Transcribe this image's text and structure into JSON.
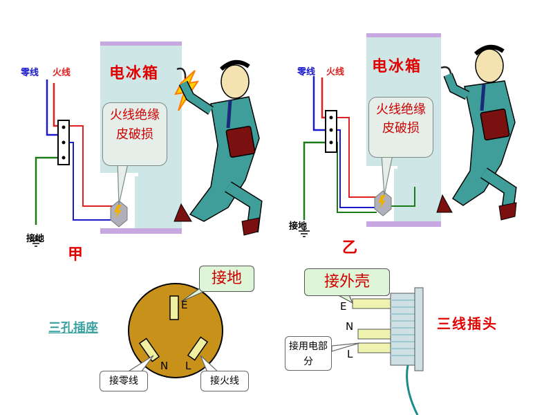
{
  "panel_a": {
    "neutral_label": "零线",
    "live_label": "火线",
    "fridge_label": "电冰箱",
    "callout": "火线绝缘皮破损",
    "ground_label": "接地",
    "caption": "甲"
  },
  "panel_b": {
    "neutral_label": "零线",
    "live_label": "火线",
    "fridge_label": "电冰箱",
    "callout": "火线绝缘皮破损",
    "ground_label": "接地",
    "caption": "乙"
  },
  "socket": {
    "title": "三孔插座",
    "ground_callout": "接地",
    "pin_e": "E",
    "pin_n": "N",
    "pin_l": "L",
    "neutral_callout": "接零线",
    "live_callout": "接火线"
  },
  "plug": {
    "title": "三线插头",
    "shell_callout": "接外壳",
    "pin_e": "E",
    "pin_n": "N",
    "pin_l": "L",
    "appliance_callout": "接用电部分"
  },
  "colors": {
    "neutral_wire": "#1a1acc",
    "live_wire": "#e02020",
    "ground_wire": "#1a7a1a",
    "fridge_body": "#cfe6e6",
    "socket_face": "#c8921a",
    "plug_prongs": "#eef3b0",
    "person_suit": "#3f9e9a"
  },
  "icons": [
    "lightning-icon",
    "ground-symbol-icon",
    "person-figure",
    "briefcase-icon"
  ]
}
